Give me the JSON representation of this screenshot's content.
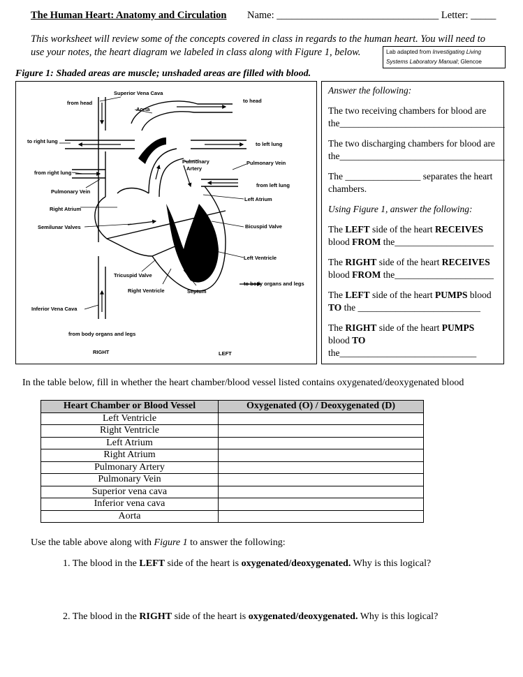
{
  "header": {
    "title": "The Human Heart: Anatomy and Circulation",
    "name_field": "Name: ________________________________ Letter: _____"
  },
  "intro": "This worksheet will review some of the concepts covered in class in regards to the human heart.  You will need to use your notes, the heart diagram we labeled in class along with Figure 1, below.",
  "credit": {
    "prefix": "Lab adapted from ",
    "source": "Investigating Living Systems Laboratory Manual",
    "suffix": "; Glencoe"
  },
  "figure": {
    "caption": "Figure 1: Shaded areas are muscle; unshaded areas are filled with blood.",
    "labels": {
      "superior_vena_cava": "Superior Vena Cava",
      "from_head": "from head",
      "aorta": "Aorta",
      "to_head": "to head",
      "to_right_lung": "to right lung",
      "to_left_lung": "to left lung",
      "pulmonary_artery_1": "Pulmonary",
      "pulmonary_artery_2": "Artery",
      "pulmonary_vein_right": "Pulmonary Vein",
      "from_right_lung": "from right lung",
      "from_left_lung": "from left lung",
      "pulmonary_vein_left": "Pulmonary Vein",
      "left_atrium": "Left Atrium",
      "right_atrium": "Right Atrium",
      "semilunar_valves": "Semilunar Valves",
      "bicuspid_valve": "Bicuspid Valve",
      "left_ventricle": "Left Ventricle",
      "tricuspid_valve": "Tricuspid Valve",
      "to_body": "to body organs and legs",
      "right_ventricle": "Right Ventricle",
      "septum": "Septum",
      "inferior_vena_cava": "Inferior Vena Cava",
      "from_body": "from body organs and legs",
      "right": "RIGHT",
      "left": "LEFT"
    }
  },
  "questions": {
    "heading1": "Answer the following:",
    "receiving": "The two receiving chambers for blood are the___________________________________",
    "discharging": "The two discharging chambers for blood are the___________________________________",
    "separates": "The ________________ separates the heart chambers.",
    "heading2": "Using Figure 1, answer the following:",
    "q_left_receives": {
      "a": "The ",
      "b": "LEFT",
      "c": " side of the heart ",
      "d": "RECEIVES",
      "e": " blood ",
      "f": "FROM",
      "g": " the_____________________"
    },
    "q_right_receives": {
      "a": "The ",
      "b": "RIGHT",
      "c": " side of the heart ",
      "d": "RECEIVES",
      "e": " blood ",
      "f": "FROM",
      "g": " the_____________________"
    },
    "q_left_pumps": {
      "a": "The ",
      "b": "LEFT",
      "c": " side of the heart ",
      "d": "PUMPS",
      "e": " blood ",
      "f": "TO",
      "g": " the __________________________"
    },
    "q_right_pumps": {
      "a": "The ",
      "b": "RIGHT",
      "c": " side of the heart ",
      "d": "PUMPS",
      "e": " blood ",
      "f": "TO",
      "g": " the_____________________________"
    }
  },
  "table": {
    "intro": "In the table below, fill in whether the heart chamber/blood vessel listed contains oxygenated/deoxygenated blood",
    "headers": [
      "Heart Chamber or Blood Vessel",
      "Oxygenated (O) / Deoxygenated (D)"
    ],
    "rows": [
      "Left Ventricle",
      "Right Ventricle",
      "Left Atrium",
      "Right Atrium",
      "Pulmonary Artery",
      "Pulmonary Vein",
      "Superior vena cava",
      "Inferior vena cava",
      "Aorta"
    ]
  },
  "followup": {
    "intro_a": "Use the table above along with ",
    "intro_b": "Figure 1",
    "intro_c": " to answer the following:",
    "q1": {
      "a": "1. The blood in the ",
      "b": "LEFT",
      "c": " side of the heart is ",
      "d": "oxygenated/deoxygenated.",
      "e": " Why is this logical?"
    },
    "q2": {
      "a": "2. The blood in the ",
      "b": "RIGHT",
      "c": " side of the heart is ",
      "d": "oxygenated/deoxygenated.",
      "e": " Why is this logical?"
    }
  }
}
